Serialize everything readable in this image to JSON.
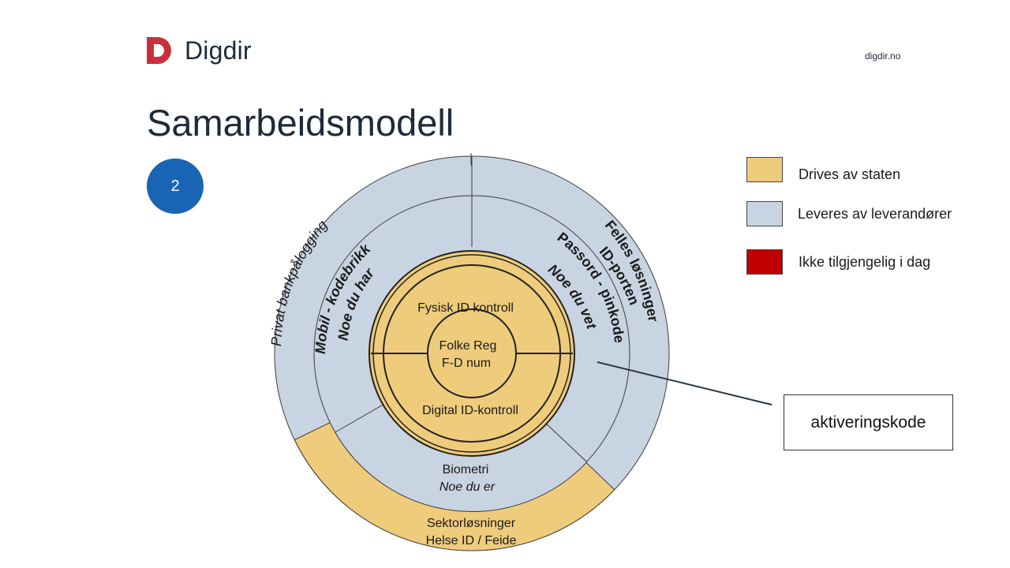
{
  "header": {
    "logo_text": "Digdir",
    "site": "digdir.no"
  },
  "title": "Samarbeidsmodell",
  "badge": "2",
  "colors": {
    "state": "#efcc7c",
    "supplier": "#c9d4e2",
    "unavailable": "#c00000",
    "logo_red": "#c8313c",
    "badge_blue": "#1a64b4"
  },
  "legend": [
    {
      "label": "Drives av staten",
      "color": "#efcc7c"
    },
    {
      "label": "Leveres av leverandører",
      "color": "#c9d4e2"
    },
    {
      "label": "Ikke tilgjengelig i dag",
      "color": "#c00000"
    }
  ],
  "diagram": {
    "center_label": [
      "Folke Reg",
      "F-D num"
    ],
    "inner_top": "Fysisk ID kontroll",
    "inner_bottom": "Digital ID-kontroll",
    "ring2_left": [
      "Mobil - kodebrikke",
      "Noe du har"
    ],
    "ring2_right": [
      "Passord - pinkode",
      "Noe du vet"
    ],
    "ring2_bottom": [
      "Biometri",
      "Noe du er"
    ],
    "ring3_left": "Privat bankpålogging",
    "ring3_right": [
      "Felles løsninger",
      "ID-porten"
    ],
    "ring3_bottom": [
      "Sektorløsninger",
      "Helse ID / Feide"
    ]
  },
  "callout": "aktiveringskode"
}
